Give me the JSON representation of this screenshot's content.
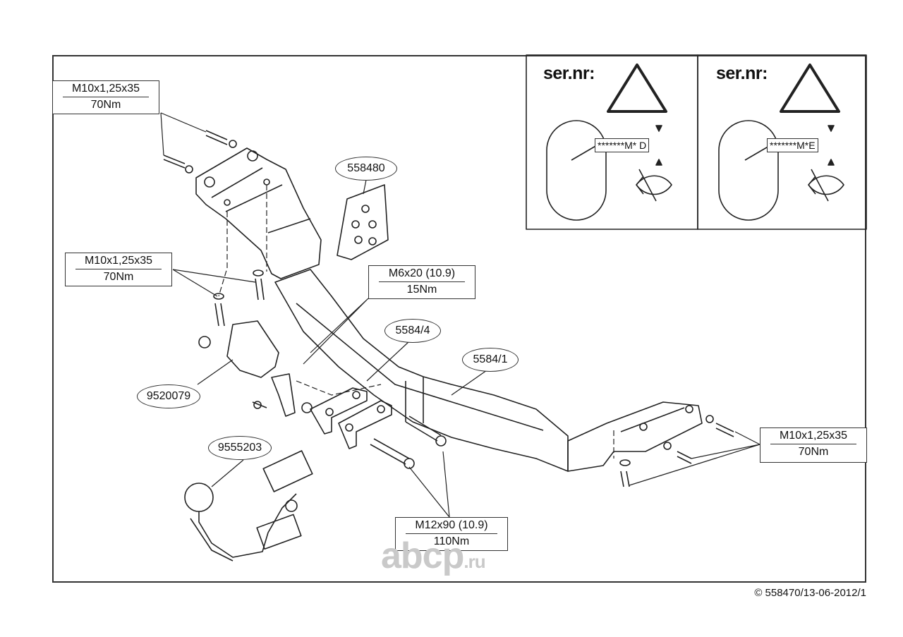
{
  "warning_panels": [
    {
      "title": "ser.nr:",
      "serial": "*******M* D"
    },
    {
      "title": "ser.nr:",
      "serial": "*******M*E"
    }
  ],
  "specs": {
    "top_left": {
      "size": "M10x1,25x35",
      "torque": "70Nm"
    },
    "mid_left": {
      "size": "M10x1,25x35",
      "torque": "70Nm"
    },
    "m6": {
      "size": "M6x20 (10.9)",
      "torque": "15Nm"
    },
    "right": {
      "size": "M10x1,25x35",
      "torque": "70Nm"
    },
    "m12": {
      "size": "M12x90 (10.9)",
      "torque": "110Nm"
    }
  },
  "parts": {
    "p558480": "558480",
    "p5584_4": "5584/4",
    "p5584_1": "5584/1",
    "p9520079": "9520079",
    "p9555203": "9555203"
  },
  "footer": "© 558470/13-06-2012/1",
  "watermark": {
    "main": "abcp",
    "suffix": ".ru"
  }
}
